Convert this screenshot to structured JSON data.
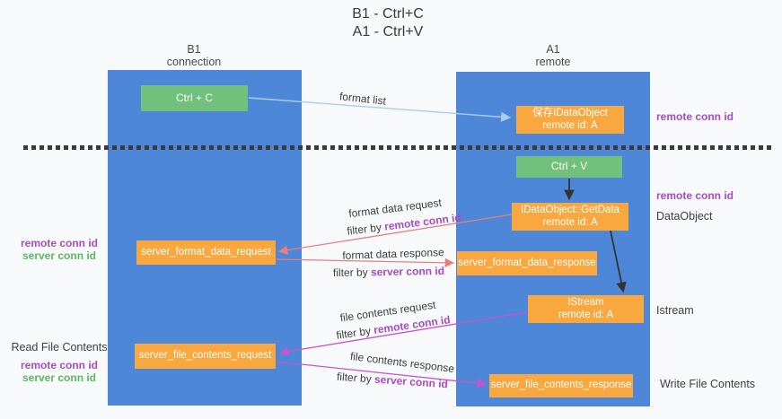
{
  "title": {
    "line1": "B1 - Ctrl+C",
    "line2": "A1 - Ctrl+V"
  },
  "lanes": {
    "left": {
      "name": "B1",
      "role": "connection"
    },
    "right": {
      "name": "A1",
      "role": "remote"
    }
  },
  "boxes": {
    "ctrl_c": "Ctrl + C",
    "ctrl_v": "Ctrl + V",
    "save_dataobject": {
      "line1": "保存IDataObject",
      "line2": "remote id: A"
    },
    "getdata": {
      "line1": "IDataObject::GetData",
      "line2": "remote id: A"
    },
    "istream": {
      "line1": "IStream",
      "line2": "remote id: A"
    },
    "format_request": "server_format_data_request",
    "format_response": "server_format_data_response",
    "file_request": "server_file_contents_request",
    "file_response": "server_file_contents_response"
  },
  "side_labels": {
    "remote_conn_id": "remote conn id",
    "server_conn_id": "server conn id",
    "dataobject": "DataObject",
    "istream": "Istream",
    "read_file_contents": "Read File Contents",
    "write_file_contents": "Write File Contents"
  },
  "arrow_labels": {
    "format_list": "format list",
    "format_data_request": "format data request",
    "format_data_response": "format data response",
    "file_contents_request": "file contents request",
    "file_contents_response": "file contents response",
    "filter_by": "filter by"
  },
  "colors": {
    "lane_blue": "#4e86d8",
    "box_green": "#71c07c",
    "box_orange": "#f9a83f",
    "purple_text": "#a64dc1",
    "green_text": "#5cb85f",
    "arrow_lightblue": "#a6cff0",
    "arrow_salmon": "#e87f7f",
    "arrow_magenta": "#cc53cc",
    "arrow_black": "#333333",
    "dark_text": "#3f3f3f"
  }
}
